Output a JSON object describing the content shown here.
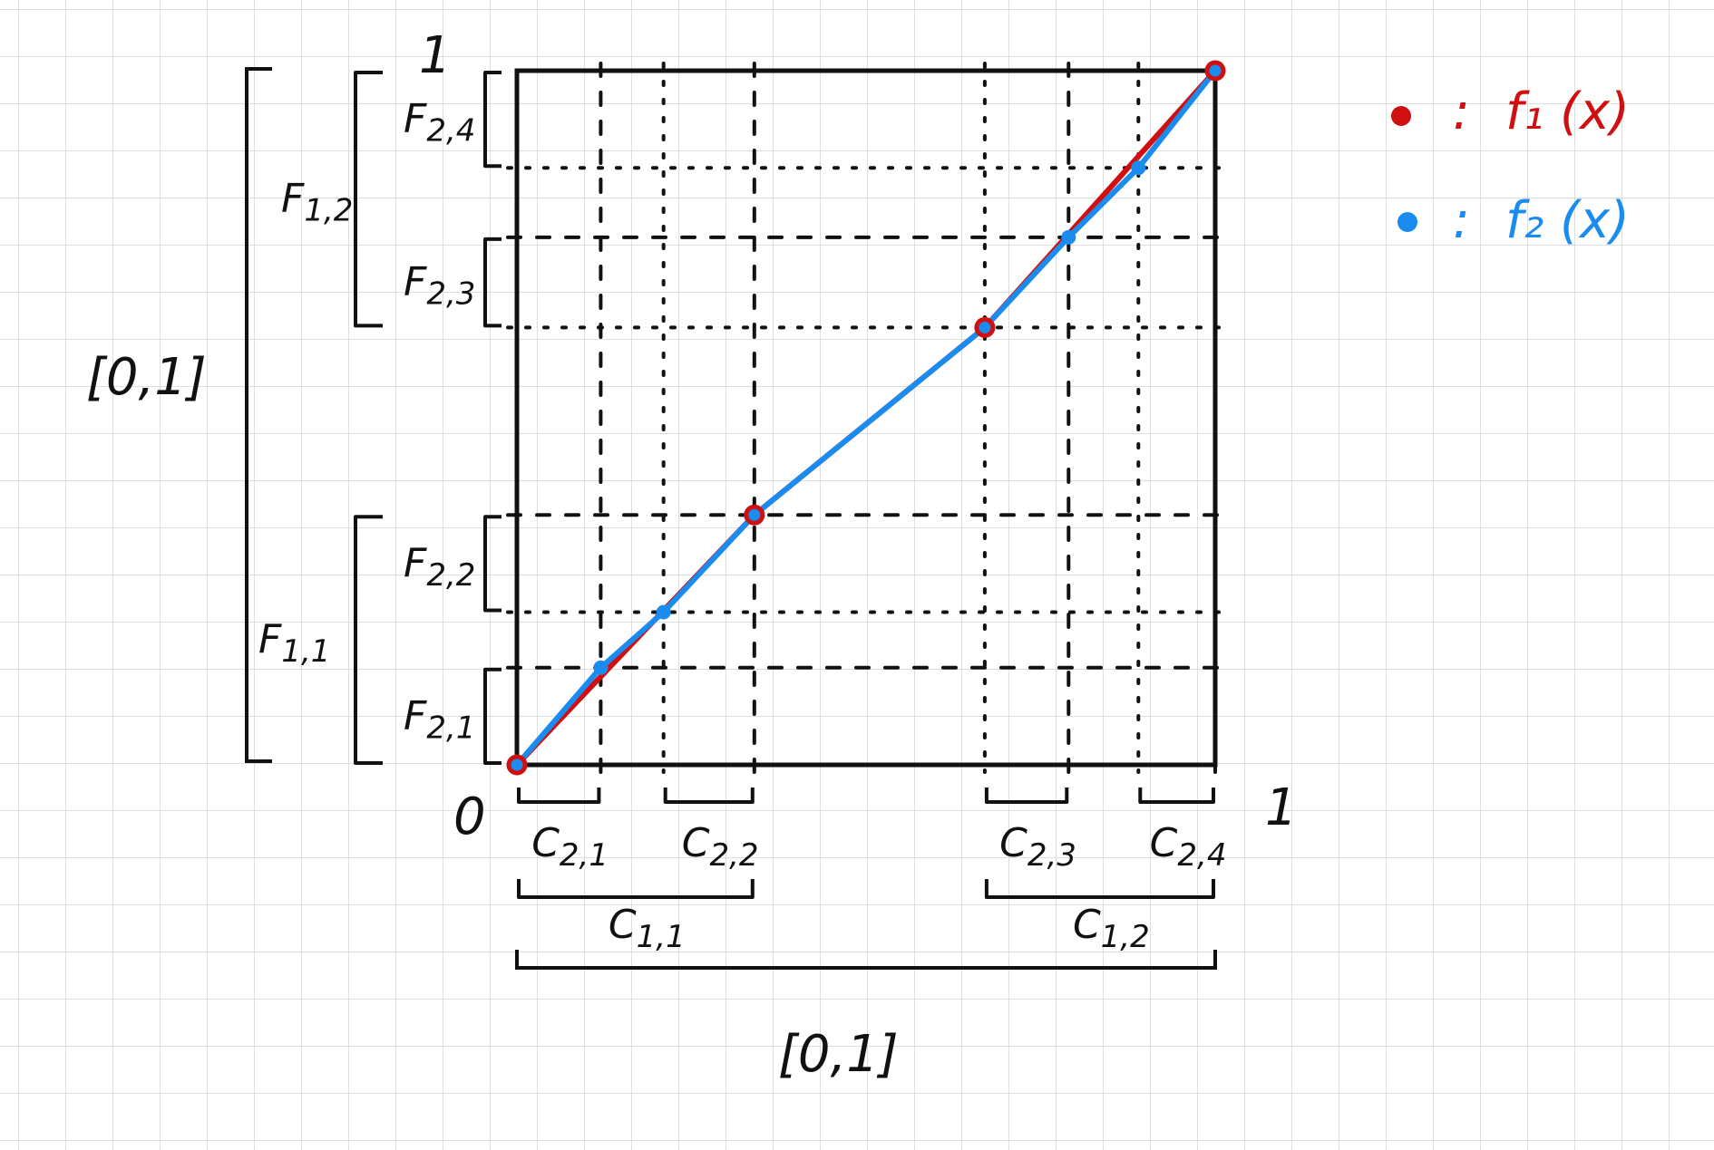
{
  "axis": {
    "origin_label": "0",
    "x_end_label": "1",
    "y_end_label": "1",
    "x_interval_label": "[0,1]",
    "y_interval_label": "[0,1]"
  },
  "x_intervals_level1": [
    {
      "name": "C",
      "sub": "1,1",
      "range": [
        0.0,
        0.34
      ]
    },
    {
      "name": "C",
      "sub": "1,2",
      "range": [
        0.67,
        1.0
      ]
    }
  ],
  "x_intervals_level2": [
    {
      "name": "C",
      "sub": "2,1",
      "range": [
        0.0,
        0.12
      ]
    },
    {
      "name": "C",
      "sub": "2,2",
      "range": [
        0.21,
        0.34
      ]
    },
    {
      "name": "C",
      "sub": "2,3",
      "range": [
        0.67,
        0.79
      ]
    },
    {
      "name": "C",
      "sub": "2,4",
      "range": [
        0.89,
        1.0
      ]
    }
  ],
  "y_intervals_level1": [
    {
      "name": "F",
      "sub": "1,1",
      "range": [
        0.0,
        0.36
      ]
    },
    {
      "name": "F",
      "sub": "1,2",
      "range": [
        0.63,
        1.0
      ]
    }
  ],
  "y_intervals_level2": [
    {
      "name": "F",
      "sub": "2,1",
      "range": [
        0.0,
        0.14
      ]
    },
    {
      "name": "F",
      "sub": "2,2",
      "range": [
        0.22,
        0.36
      ]
    },
    {
      "name": "F",
      "sub": "2,3",
      "range": [
        0.63,
        0.76
      ]
    },
    {
      "name": "F",
      "sub": "2,4",
      "range": [
        0.86,
        1.0
      ]
    }
  ],
  "grid_x": [
    0.12,
    0.21,
    0.34,
    0.67,
    0.79,
    0.89,
    1.0
  ],
  "grid_y": [
    0.14,
    0.22,
    0.36,
    0.63,
    0.76,
    0.86
  ],
  "series": [
    {
      "name": "f",
      "sub": "1",
      "legend": "f₁ (x)",
      "color": "#d01010",
      "points": [
        [
          0,
          0
        ],
        [
          0.34,
          0.36
        ],
        [
          0.67,
          0.63
        ],
        [
          1,
          1
        ]
      ]
    },
    {
      "name": "f",
      "sub": "2",
      "legend": "f₂ (x)",
      "color": "#1a8cf0",
      "points": [
        [
          0,
          0
        ],
        [
          0.12,
          0.14
        ],
        [
          0.21,
          0.22
        ],
        [
          0.34,
          0.36
        ],
        [
          0.67,
          0.63
        ],
        [
          0.79,
          0.76
        ],
        [
          0.89,
          0.86
        ],
        [
          1,
          1
        ]
      ]
    }
  ],
  "legend_separator": ":",
  "grid_color": "#d4d4d4"
}
